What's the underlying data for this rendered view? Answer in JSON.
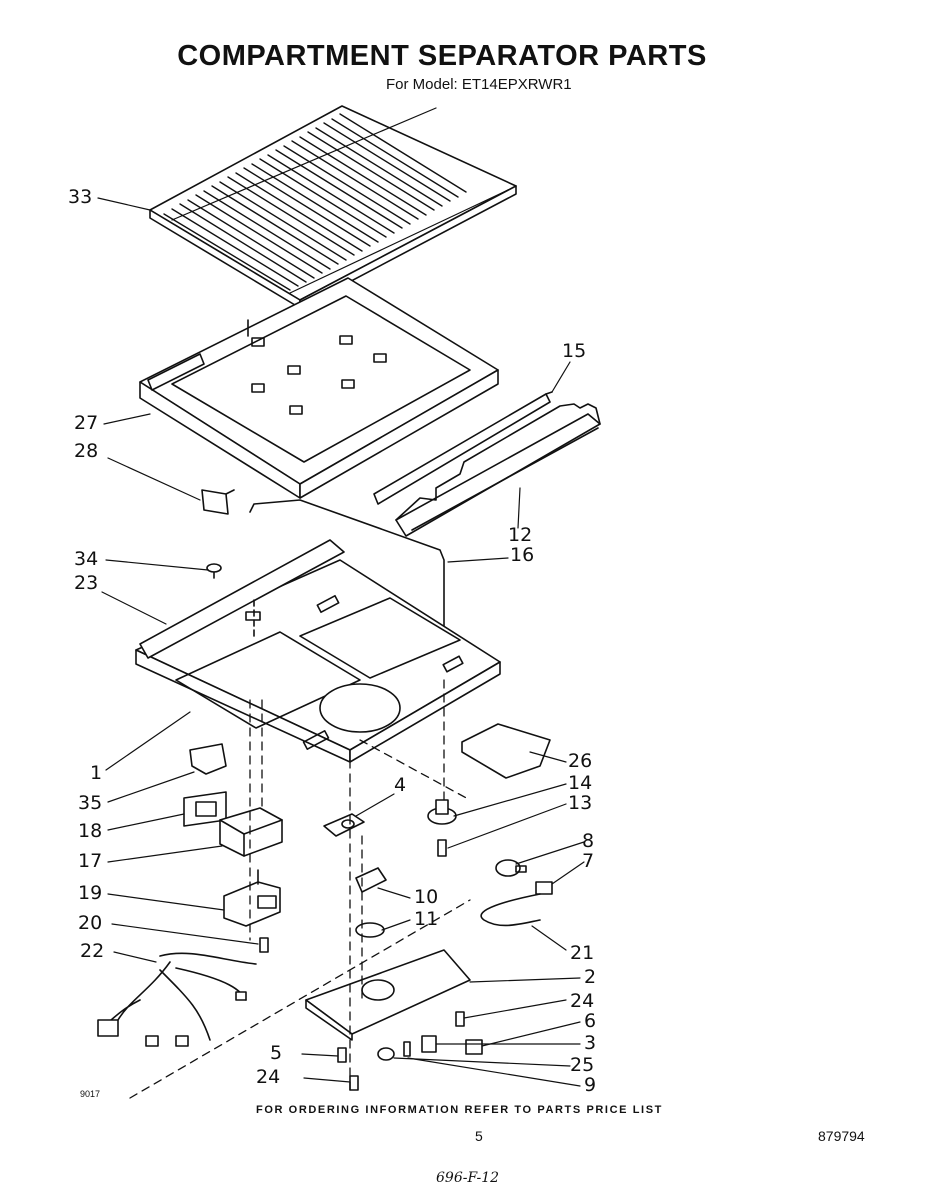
{
  "title": "COMPARTMENT SEPARATOR PARTS",
  "subtitle": "For Model: ET14EPXRWR1",
  "callouts": [
    {
      "id": "33",
      "label": "33"
    },
    {
      "id": "15",
      "label": "15"
    },
    {
      "id": "27",
      "label": "27"
    },
    {
      "id": "28",
      "label": "28"
    },
    {
      "id": "12",
      "label": "12"
    },
    {
      "id": "34",
      "label": "34"
    },
    {
      "id": "16",
      "label": "16"
    },
    {
      "id": "23",
      "label": "23"
    },
    {
      "id": "1",
      "label": "1"
    },
    {
      "id": "26",
      "label": "26"
    },
    {
      "id": "14",
      "label": "14"
    },
    {
      "id": "4",
      "label": "4"
    },
    {
      "id": "35",
      "label": "35"
    },
    {
      "id": "13",
      "label": "13"
    },
    {
      "id": "18",
      "label": "18"
    },
    {
      "id": "8",
      "label": "8"
    },
    {
      "id": "17",
      "label": "17"
    },
    {
      "id": "7",
      "label": "7"
    },
    {
      "id": "19",
      "label": "19"
    },
    {
      "id": "10",
      "label": "10"
    },
    {
      "id": "11",
      "label": "11"
    },
    {
      "id": "20",
      "label": "20"
    },
    {
      "id": "21",
      "label": "21"
    },
    {
      "id": "22",
      "label": "22"
    },
    {
      "id": "2",
      "label": "2"
    },
    {
      "id": "24a",
      "label": "24"
    },
    {
      "id": "6",
      "label": "6"
    },
    {
      "id": "3",
      "label": "3"
    },
    {
      "id": "5",
      "label": "5"
    },
    {
      "id": "25",
      "label": "25"
    },
    {
      "id": "24b",
      "label": "24"
    },
    {
      "id": "9",
      "label": "9"
    }
  ],
  "footer": {
    "ordering_info": "FOR ORDERING INFORMATION REFER TO PARTS PRICE LIST",
    "page_number": "5",
    "document_number": "879794",
    "diagram_code": "9017",
    "handwritten_note": "696-F-12"
  }
}
